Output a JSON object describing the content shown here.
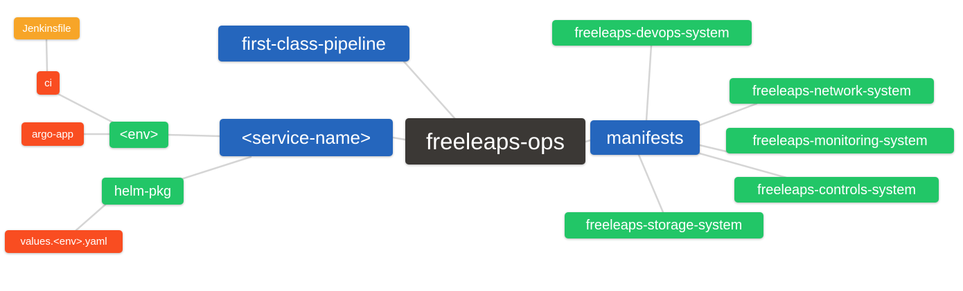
{
  "mindmap": {
    "nodes": {
      "root": {
        "label": "freeleaps-ops",
        "color": "#3b3835"
      },
      "first_class_pipeline": {
        "label": "first-class-pipeline",
        "color": "#2566bd"
      },
      "service_name": {
        "label": "<service-name>",
        "color": "#2566bd"
      },
      "manifests": {
        "label": "manifests",
        "color": "#2566bd"
      },
      "env": {
        "label": "<env>",
        "color": "#22c667"
      },
      "helm_pkg": {
        "label": "helm-pkg",
        "color": "#22c667"
      },
      "ci": {
        "label": "ci",
        "color": "#f94d21"
      },
      "argo_app": {
        "label": "argo-app",
        "color": "#f94d21"
      },
      "values_env_yaml": {
        "label": "values.<env>.yaml",
        "color": "#f94d21"
      },
      "jenkinsfile": {
        "label": "Jenkinsfile",
        "color": "#f7a528"
      },
      "devops_system": {
        "label": "freeleaps-devops-system",
        "color": "#22c667"
      },
      "network_system": {
        "label": "freeleaps-network-system",
        "color": "#22c667"
      },
      "monitoring_system": {
        "label": "freeleaps-monitoring-system",
        "color": "#22c667"
      },
      "controls_system": {
        "label": "freeleaps-controls-system",
        "color": "#22c667"
      },
      "storage_system": {
        "label": "freeleaps-storage-system",
        "color": "#22c667"
      }
    },
    "edges": [
      [
        "jenkinsfile",
        "ci"
      ],
      [
        "ci",
        "env"
      ],
      [
        "argo_app",
        "env"
      ],
      [
        "env",
        "service_name"
      ],
      [
        "helm_pkg",
        "service_name"
      ],
      [
        "values_env_yaml",
        "helm_pkg"
      ],
      [
        "service_name",
        "root"
      ],
      [
        "first_class_pipeline",
        "root"
      ],
      [
        "root",
        "manifests"
      ],
      [
        "manifests",
        "devops_system"
      ],
      [
        "manifests",
        "network_system"
      ],
      [
        "manifests",
        "monitoring_system"
      ],
      [
        "manifests",
        "controls_system"
      ],
      [
        "manifests",
        "storage_system"
      ]
    ],
    "colors": {
      "root_node": "#3b3835",
      "primary_branch": "#2566bd",
      "green_branch": "#22c667",
      "red_branch": "#f94d21",
      "orange_branch": "#f7a528",
      "edge_line": "#d5d5d5",
      "node_text": "#ffffff",
      "background": "#ffffff"
    }
  }
}
